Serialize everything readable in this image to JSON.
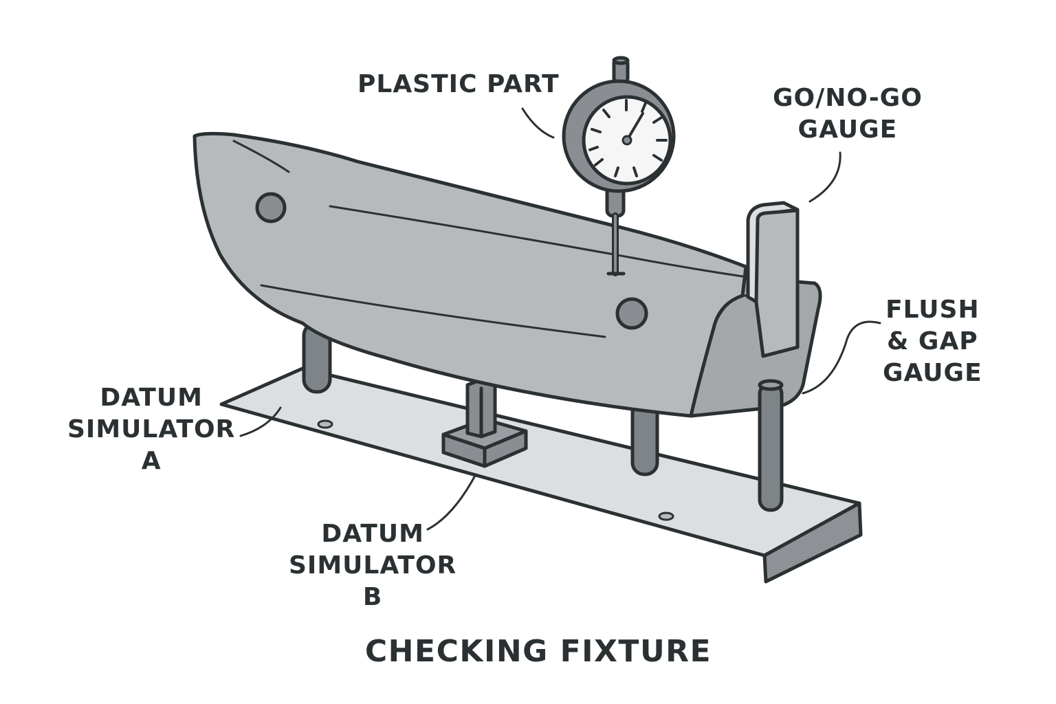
{
  "title": "CHECKING FIXTURE",
  "labels": {
    "plastic_part": "PLASTIC PART",
    "go_no_go": [
      "GO/NO-GO",
      "GAUGE"
    ],
    "flush_gap": [
      "FLUSH",
      "& GAP",
      "GAUGE"
    ],
    "datum_a": [
      "DATUM",
      "SIMULATOR",
      "A"
    ],
    "datum_b": [
      "DATUM",
      "SIMULATOR",
      "B"
    ]
  },
  "colors": {
    "outline": "#2b3033",
    "part_fill": "#b7babd",
    "part_side": "#a4a8ab",
    "base_top": "#dcdedf",
    "base_side": "#8e9296",
    "pin_fill": "#7f8488",
    "dial_face": "#f6f6f6",
    "dial_body": "#8a8e92"
  }
}
